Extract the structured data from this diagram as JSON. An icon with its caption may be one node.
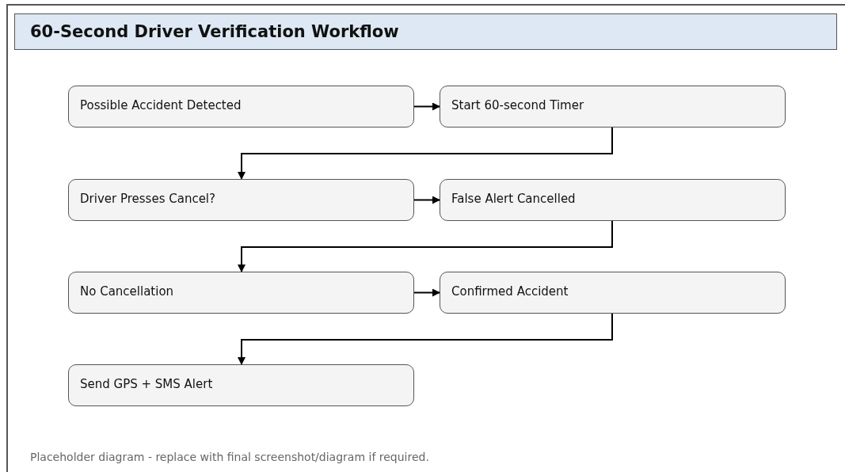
{
  "diagram": {
    "title": "60-Second Driver Verification Workflow",
    "nodes": [
      {
        "text": [
          "Possible Accident Detected"
        ]
      },
      {
        "text": [
          "Start 60-second Timer"
        ]
      },
      {
        "text": [
          "Driver Presses Cancel?"
        ]
      },
      {
        "text": [
          "False Alert Cancelled"
        ]
      },
      {
        "text": [
          "No Cancellation"
        ]
      },
      {
        "text": [
          "Confirmed Accident"
        ]
      },
      {
        "text": [
          "Send GPS + SMS Alert"
        ]
      }
    ],
    "edges": [
      {
        "from": 0,
        "to": 1,
        "arrow": "to"
      },
      {
        "from": 1,
        "to": 2,
        "arrow": "to"
      },
      {
        "from": 2,
        "to": 3,
        "arrow": "to"
      },
      {
        "from": 3,
        "to": 4,
        "arrow": "to"
      },
      {
        "from": 4,
        "to": 5,
        "arrow": "to"
      },
      {
        "from": 5,
        "to": 6,
        "arrow": "to"
      }
    ],
    "caption": "Placeholder diagram - replace with final screenshot/diagram if required."
  }
}
